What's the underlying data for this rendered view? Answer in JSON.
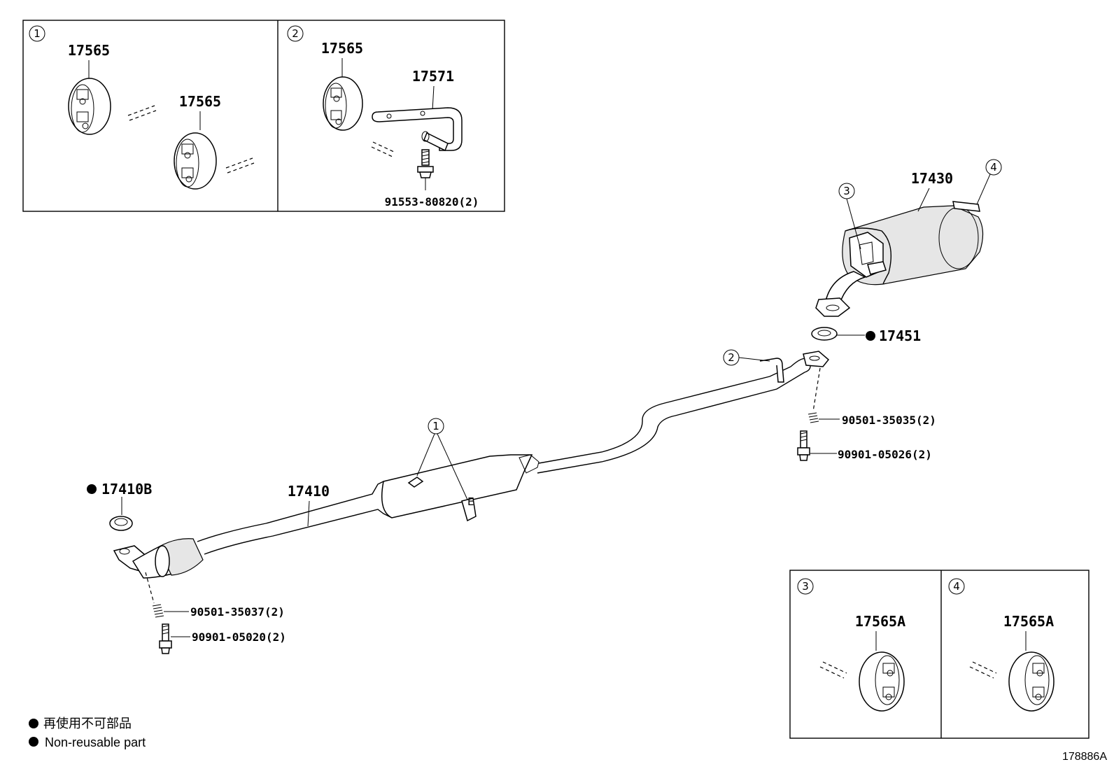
{
  "insets": [
    {
      "num": "1",
      "labels": [
        "17565",
        "17565"
      ]
    },
    {
      "num": "2",
      "labels": [
        "17565",
        "17571",
        "91553-80820(2)"
      ]
    },
    {
      "num": "3",
      "labels": [
        "17565A"
      ]
    },
    {
      "num": "4",
      "labels": [
        "17565A"
      ]
    }
  ],
  "main": {
    "muffler": "17430",
    "gasket_rear": "17451",
    "spring_rear": "90501-35035(2)",
    "bolt_rear": "90901-05026(2)",
    "pipe": "17410",
    "gasket_front": "17410B",
    "spring_front": "90501-35037(2)",
    "bolt_front": "90901-05020(2)",
    "callouts": [
      "1",
      "2",
      "3",
      "4"
    ]
  },
  "legend": {
    "line1": "再使用不可部品",
    "line2": "Non-reusable part"
  },
  "figure_code": "178886A"
}
